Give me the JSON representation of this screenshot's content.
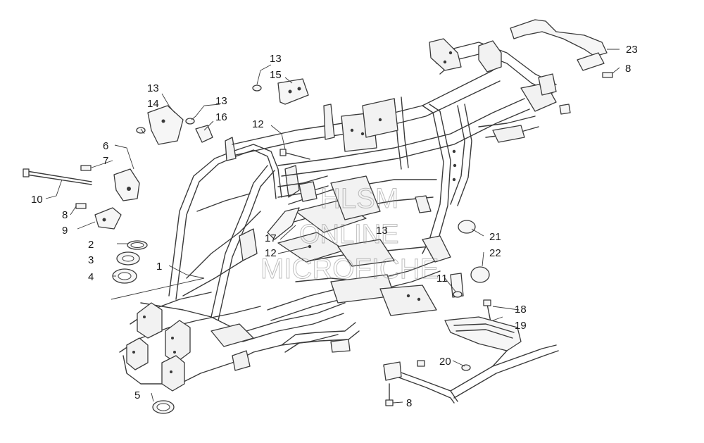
{
  "watermark": {
    "line1": "HLSM",
    "line2": "ONLINE",
    "line3": "MICROFICHE"
  },
  "callouts": [
    "1",
    "2",
    "3",
    "4",
    "5",
    "6",
    "7",
    "8",
    "8",
    "8",
    "9",
    "10",
    "11",
    "12",
    "12",
    "13",
    "13",
    "13",
    "13",
    "14",
    "15",
    "16",
    "17",
    "18",
    "19",
    "20",
    "21",
    "22",
    "23"
  ]
}
